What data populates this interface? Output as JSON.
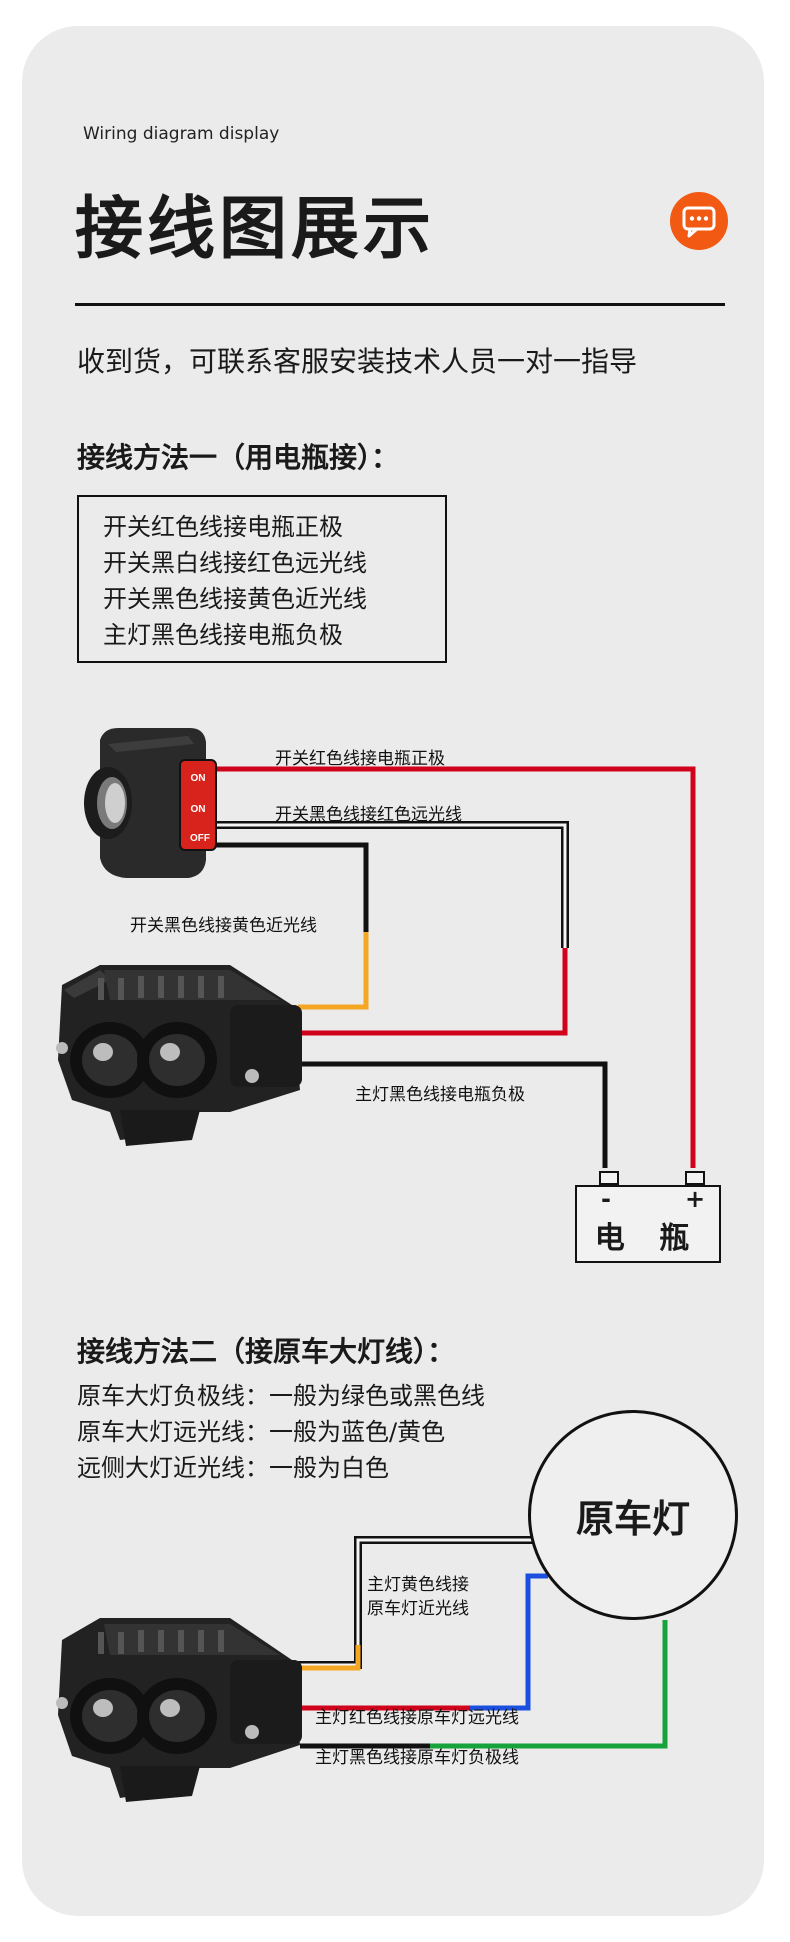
{
  "header": {
    "subtitle": "Wiring diagram display",
    "title": "接线图展示",
    "intro": "收到货，可联系客服安装技术人员一对一指导"
  },
  "icons": {
    "chat": "chat-bubble-icon"
  },
  "method1": {
    "heading": "接线方法一（用电瓶接）：",
    "lines": [
      "开关红色线接电瓶正极",
      "开关黑白线接红色远光线",
      "开关黑色线接黄色近光线",
      "主灯黑色线接电瓶负极"
    ],
    "switch_labels": [
      "ON",
      "ON",
      "OFF"
    ],
    "diagram_labels": {
      "red": "开关红色线接电瓶正极",
      "blackwhite": "开关黑色线接红色远光线",
      "black": "开关黑色线接黄色近光线",
      "ground": "主灯黑色线接电瓶负极"
    },
    "battery": {
      "label": "电 瓶",
      "neg": "-",
      "pos": "+"
    }
  },
  "method2": {
    "heading": "接线方法二（接原车大灯线）：",
    "lines": [
      "原车大灯负极线：一般为绿色或黑色线",
      "原车大灯远光线：一般为蓝色/黄色",
      "远侧大灯近光线：一般为白色"
    ],
    "circle_label": "原车灯",
    "diagram_labels": {
      "yellow_line1": "主灯黄色线接",
      "yellow_line2": "原车灯近光线",
      "red": "主灯红色线接原车灯远光线",
      "black": "主灯黑色线接原车灯负极线"
    }
  },
  "colors": {
    "red": "#d0021b",
    "orange": "#f5a623",
    "blue": "#1b4fe0",
    "green": "#17a23c",
    "black": "#111111",
    "accent": "#f25a14",
    "background": "#ebebeb"
  }
}
